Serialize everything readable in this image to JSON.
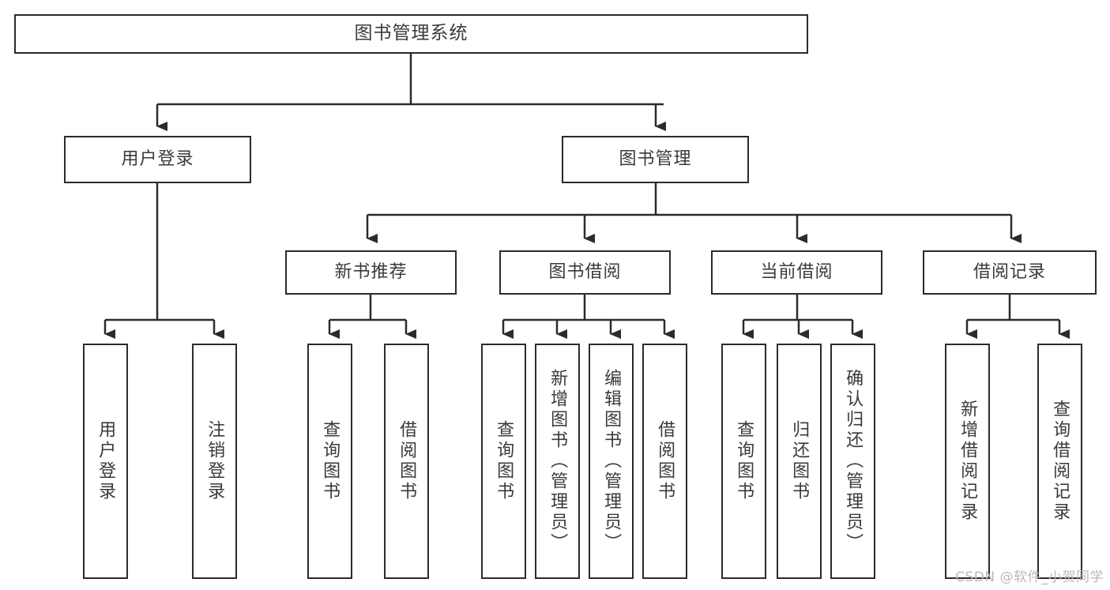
{
  "diagram": {
    "title": "图书管理系统",
    "watermark": "CSDN @软件_小贺同学",
    "root": {
      "label": "图书管理系统"
    },
    "level2": [
      {
        "label": "用户登录"
      },
      {
        "label": "图书管理"
      }
    ],
    "level3": [
      {
        "label": "新书推荐"
      },
      {
        "label": "图书借阅"
      },
      {
        "label": "当前借阅"
      },
      {
        "label": "借阅记录"
      }
    ],
    "leaves": {
      "user_login": [
        {
          "label": "用户登录"
        },
        {
          "label": "注销登录"
        }
      ],
      "new_book_recommend": [
        {
          "label": "查询图书"
        },
        {
          "label": "借阅图书"
        }
      ],
      "book_borrow": [
        {
          "label": "查询图书"
        },
        {
          "label": "新增图书（管理员）"
        },
        {
          "label": "编辑图书（管理员）"
        },
        {
          "label": "借阅图书"
        }
      ],
      "current_borrow": [
        {
          "label": "查询图书"
        },
        {
          "label": "归还图书"
        },
        {
          "label": "确认归还（管理员）"
        }
      ],
      "borrow_record": [
        {
          "label": "新增借阅记录"
        },
        {
          "label": "查询借阅记录"
        }
      ]
    },
    "colors": {
      "stroke": "#2b2b2b",
      "text": "#3a3a3a",
      "background": "#ffffff",
      "watermark": "#b9b9b9"
    }
  }
}
